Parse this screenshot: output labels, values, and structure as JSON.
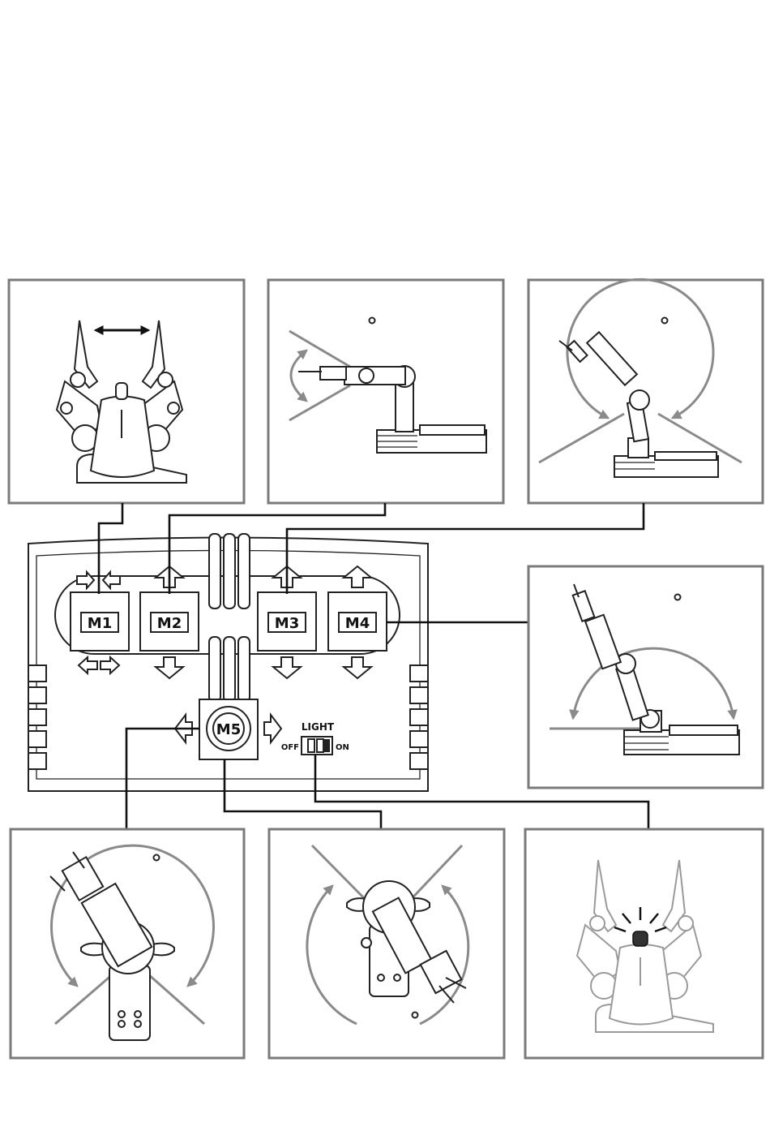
{
  "controller": {
    "motors": [
      {
        "id": "m1",
        "label": "M1"
      },
      {
        "id": "m2",
        "label": "M2"
      },
      {
        "id": "m3",
        "label": "M3"
      },
      {
        "id": "m4",
        "label": "M4"
      },
      {
        "id": "m5",
        "label": "M5"
      }
    ],
    "light_switch": {
      "title": "LIGHT",
      "off_label": "OFF",
      "on_label": "ON"
    }
  },
  "panels": [
    {
      "id": "gripper",
      "motor": "M1",
      "motion": "open-close"
    },
    {
      "id": "wrist",
      "motor": "M2",
      "motion": "pitch"
    },
    {
      "id": "elbow",
      "motor": "M3",
      "motion": "pitch"
    },
    {
      "id": "shoulder",
      "motor": "M4",
      "motion": "pitch"
    },
    {
      "id": "base",
      "motor": "M5",
      "motion": "rotate"
    },
    {
      "id": "base-right",
      "motor": "M5",
      "motion": "rotate"
    },
    {
      "id": "light",
      "motor": "LIGHT",
      "motion": "on-off"
    }
  ],
  "icons": [
    "double-arrow-icon",
    "curved-arrow-icon",
    "up-arrow-icon",
    "down-arrow-icon",
    "left-arrow-icon",
    "right-arrow-icon",
    "light-rays-icon"
  ],
  "colors": {
    "ink": "#222222",
    "frame": "#7a7a7a",
    "motion_arrow": "#8a8a8a",
    "background": "#ffffff"
  }
}
